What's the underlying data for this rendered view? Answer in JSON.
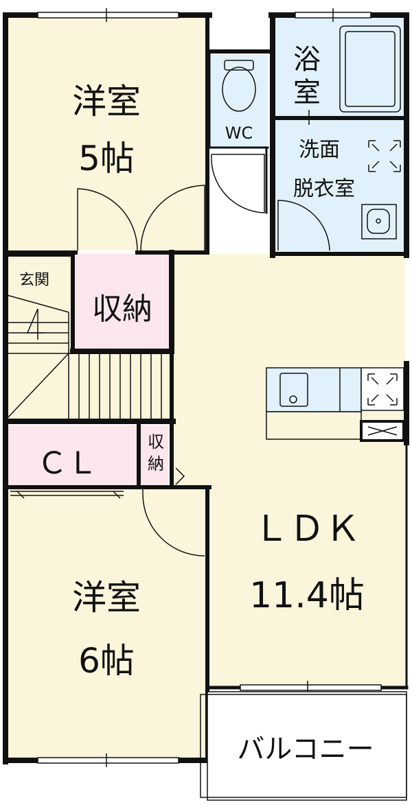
{
  "rooms": {
    "western1": {
      "name": "洋室",
      "size": "5帖"
    },
    "bath": {
      "line1": "浴",
      "line2": "室"
    },
    "wc": {
      "label": "WC"
    },
    "washroom": {
      "line1": "洗面",
      "line2": "脱衣室"
    },
    "entrance": {
      "label": "玄関"
    },
    "storage1": {
      "label": "収納"
    },
    "closet": {
      "label": "ＣＬ"
    },
    "storage2": {
      "line1": "収",
      "line2": "納"
    },
    "ldk": {
      "name": "ＬＤＫ",
      "size": "11.4帖"
    },
    "western2": {
      "name": "洋室",
      "size": "6帖"
    },
    "balcony": {
      "label": "バルコニー"
    }
  },
  "colors": {
    "room": "#fbf5dc",
    "water": "#e1f1fb",
    "storage": "#fbe6ee",
    "wall": "#111111"
  }
}
